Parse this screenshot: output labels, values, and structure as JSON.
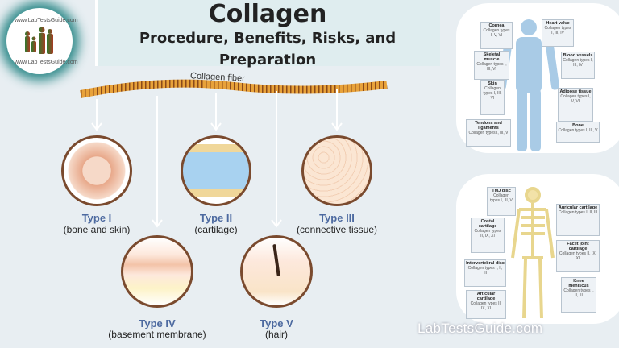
{
  "header": {
    "title": "Collagen",
    "subtitle_line1": "Procedure, Benefits, Risks, and",
    "subtitle_line2": "Preparation"
  },
  "logo": {
    "text_top": "www.LabTestsGuide.com",
    "text_bottom": "www.LabTestsGuide.com"
  },
  "fiber_label": "Collagen fiber",
  "types": [
    {
      "name": "Type I",
      "desc": "(bone and skin)"
    },
    {
      "name": "Type II",
      "desc": "(cartilage)"
    },
    {
      "name": "Type III",
      "desc": "(connective tissue)"
    },
    {
      "name": "Type IV",
      "desc": "(basement membrane)"
    },
    {
      "name": "Type V",
      "desc": "(hair)"
    }
  ],
  "body_panel": [
    {
      "title": "Cornea",
      "text": "Collagen types I, V, VI"
    },
    {
      "title": "Heart valve",
      "text": "Collagen types I, III, IV"
    },
    {
      "title": "Skeletal muscle",
      "text": "Collagen types I, III, VI"
    },
    {
      "title": "Blood vessels",
      "text": "Collagen types I, III, IV"
    },
    {
      "title": "Skin",
      "text": "Collagen types I, III, VI"
    },
    {
      "title": "Adipose tissue",
      "text": "Collagen types I, V, VI"
    },
    {
      "title": "Tendons and ligaments",
      "text": "Collagen types I, III, V"
    },
    {
      "title": "Bone",
      "text": "Collagen types I, III, V"
    }
  ],
  "skeleton_panel": [
    {
      "title": "TMJ disc",
      "text": "Collagen types I, III, V"
    },
    {
      "title": "Auricular cartilage",
      "text": "Collagen types I, II, III"
    },
    {
      "title": "Costal cartilage",
      "text": "Collagen types II, IX, XI"
    },
    {
      "title": "Facet joint cartilage",
      "text": "Collagen types II, IX, XI"
    },
    {
      "title": "Intervertebral disc",
      "text": "Collagen types I, II, III"
    },
    {
      "title": "Knee meniscus",
      "text": "Collagen types I, II, III"
    },
    {
      "title": "Articular cartilage",
      "text": "Collagen types II, IX, XI"
    }
  ],
  "watermark": "LabTestsGuide.com",
  "colors": {
    "type_label": "#4d6aa0",
    "background": "#e8eef2",
    "body": "#a9cbe6",
    "bone": "#f2e2a8"
  }
}
